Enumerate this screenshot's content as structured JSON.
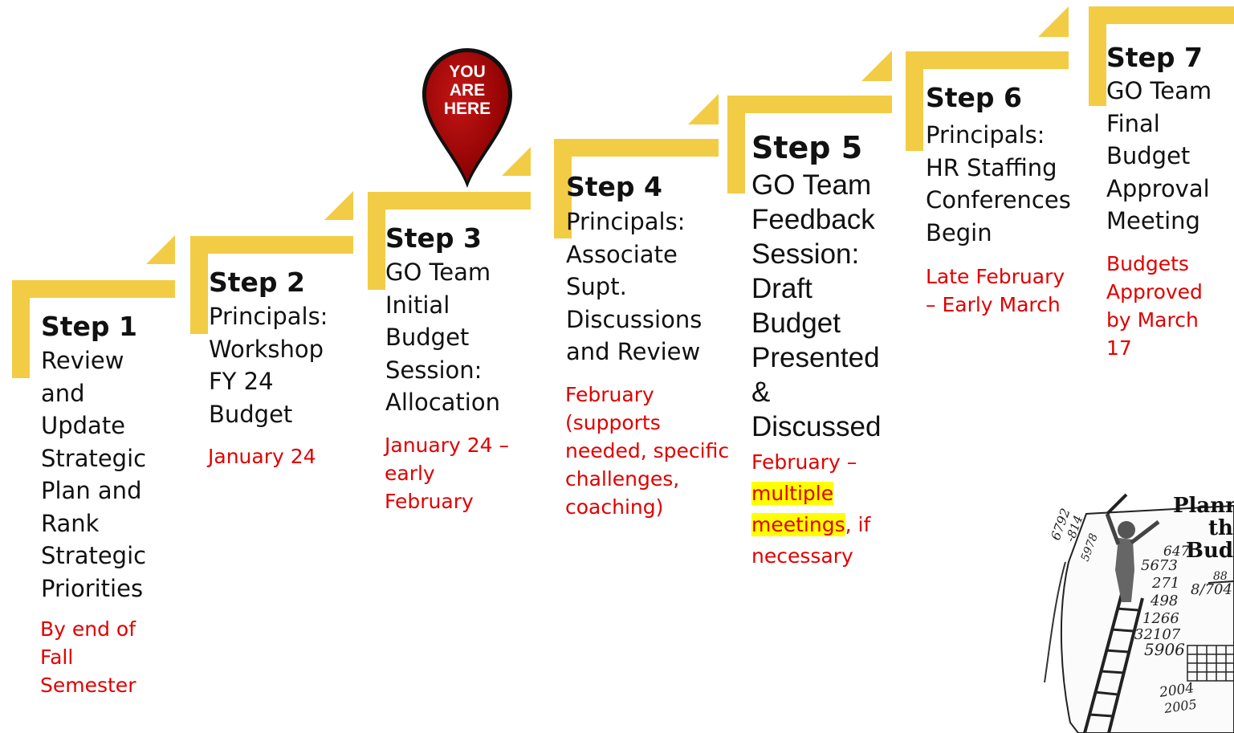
{
  "colors": {
    "step_bar": "#F2CC45",
    "date_text": "#e00000",
    "highlight": "#ffff00",
    "pin": "#b00000"
  },
  "pin": {
    "lines": [
      "YOU",
      "ARE",
      "HERE"
    ],
    "icon": "location-pin-icon"
  },
  "steps": [
    {
      "title": "Step 1",
      "lines": [
        "Review",
        "and",
        "Update",
        "Strategic",
        "Plan and",
        "Rank",
        "Strategic",
        "Priorities"
      ],
      "date_lines": [
        "By end of",
        "Fall",
        "Semester"
      ]
    },
    {
      "title": "Step 2",
      "lines": [
        "Principals:",
        "Workshop",
        "FY 24",
        "Budget"
      ],
      "date_lines": [
        "January 24"
      ]
    },
    {
      "title": "Step 3",
      "lines": [
        "GO Team",
        "Initial",
        "Budget",
        "Session:",
        "Allocation"
      ],
      "date_lines": [
        "January 24 –",
        "early",
        "February"
      ]
    },
    {
      "title": "Step 4",
      "lines": [
        "Principals:",
        "Associate",
        "Supt.",
        "Discussions",
        "and Review"
      ],
      "date_lines": [
        "February",
        "(supports",
        "needed, specific",
        "challenges,",
        "coaching)"
      ]
    },
    {
      "title": "Step 5",
      "lines": [
        "GO Team",
        "Feedback",
        "Session:",
        "Draft",
        "Budget",
        "Presented",
        "&",
        "Discussed"
      ],
      "date_lines": [
        "February –",
        "multiple",
        "meetings",
        ", if",
        "necessary"
      ]
    },
    {
      "title": "Step 6",
      "lines": [
        "Principals:",
        "HR Staffing",
        "Conferences",
        "Begin"
      ],
      "date_lines": [
        "Late February",
        "– Early March"
      ]
    },
    {
      "title": "Step 7",
      "lines": [
        "GO Team",
        "Final",
        "Budget",
        "Approval",
        "Meeting"
      ],
      "date_lines": [
        "Budgets",
        "Approved",
        "by  March",
        "17"
      ]
    }
  ],
  "illustration": {
    "icon": "planning-the-budget-sketch",
    "caption_lines": [
      "Planning",
      "the",
      "Budget"
    ],
    "numbers": [
      "6792",
      "-814",
      "5978",
      "647",
      "5673",
      "271",
      "498",
      "1266",
      "32107",
      "5906",
      "88",
      "8/704",
      "2004",
      "2005"
    ]
  }
}
